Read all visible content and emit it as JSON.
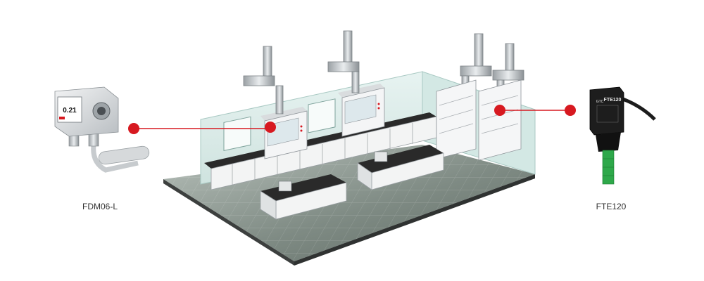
{
  "devices": {
    "left": {
      "name": "FDM06-L",
      "display_value": "0.21",
      "marker_color": "#d71920"
    },
    "right": {
      "name": "FTE120",
      "body_label": "FTE120",
      "brand_mark": "GTC",
      "marker_color": "#d71920"
    }
  },
  "colors": {
    "connector_line": "#d71920",
    "floor": "#8a968f",
    "glass_wall": "#d9ece9",
    "counter_top": "#2a2a2a",
    "sensor_tip": "#2ea84a"
  }
}
